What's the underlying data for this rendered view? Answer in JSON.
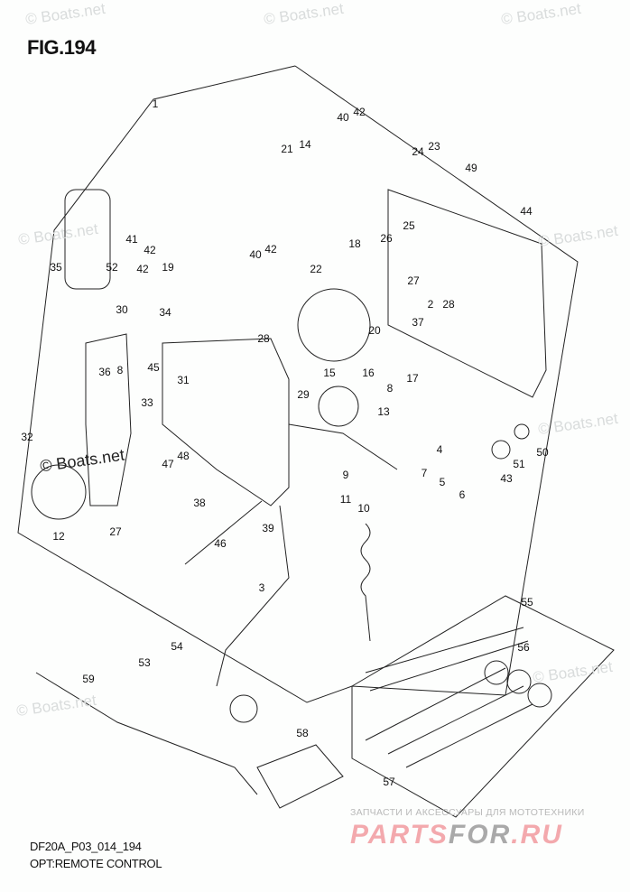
{
  "figure_title": "FIG.194",
  "model_code": "DF20A_P03_014_194",
  "caption": "OPT:REMOTE CONTROL",
  "watermark": "© Boats.net",
  "watermark_dark": "© Boats.net",
  "vendor_banner": {
    "tagline": "ЗАПЧАСТИ И АКСЕССУАРЫ ДЛЯ МОТОТЕХНИКИ",
    "logo_part1": "PARTS",
    "logo_part2": "FOR",
    "logo_part3": ".RU"
  },
  "callouts": [
    "1",
    "40",
    "42",
    "21",
    "14",
    "24",
    "23",
    "49",
    "44",
    "25",
    "26",
    "18",
    "41",
    "42",
    "40",
    "42",
    "22",
    "35",
    "52",
    "42",
    "19",
    "30",
    "34",
    "27",
    "2",
    "28",
    "37",
    "20",
    "28",
    "36",
    "8",
    "45",
    "31",
    "15",
    "16",
    "17",
    "8",
    "29",
    "13",
    "32",
    "33",
    "47",
    "48",
    "4",
    "7",
    "5",
    "6",
    "43",
    "51",
    "50",
    "9",
    "11",
    "10",
    "12",
    "27",
    "38",
    "39",
    "46",
    "3",
    "55",
    "56",
    "54",
    "53",
    "59",
    "58",
    "57"
  ]
}
